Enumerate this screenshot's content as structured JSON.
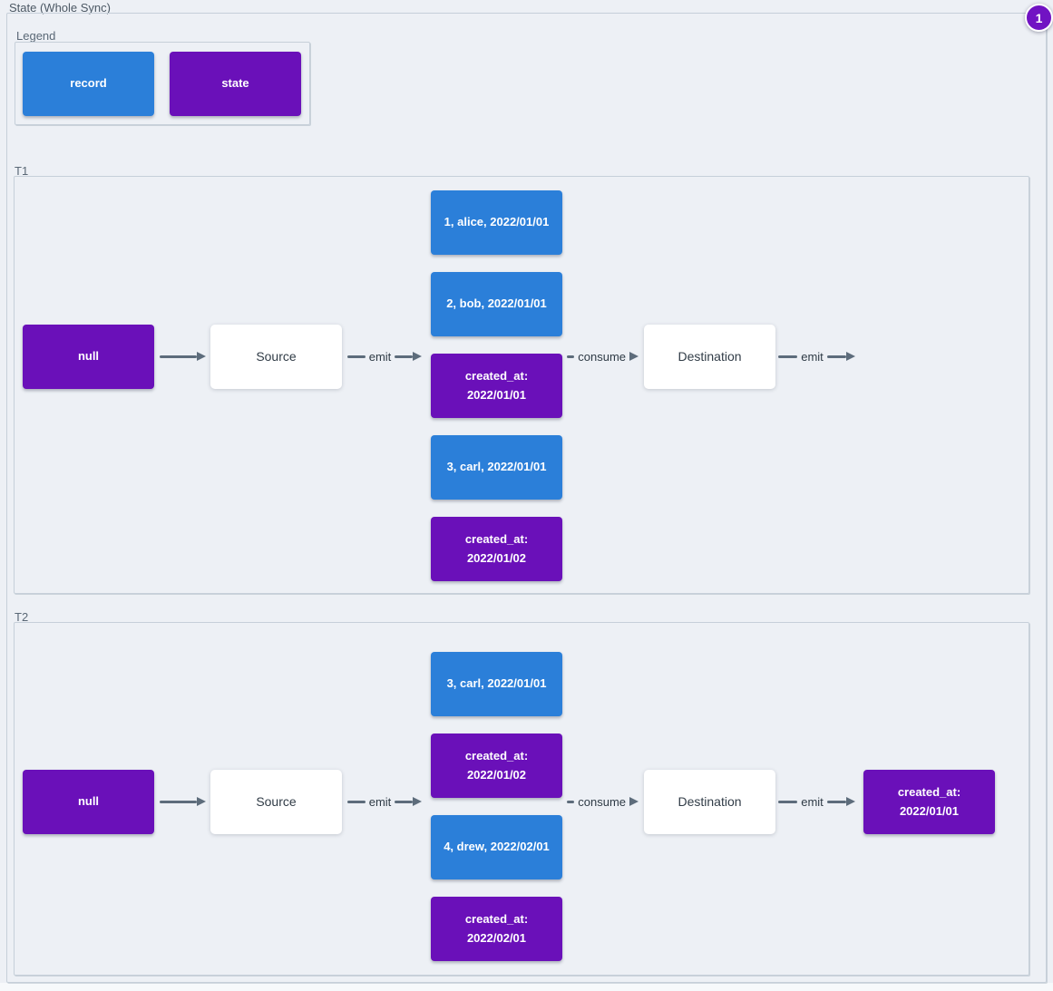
{
  "title": "State (Whole Sync)",
  "badge": {
    "value": "1"
  },
  "colors": {
    "record": "#2b7fd9",
    "state": "#6a10b9",
    "arrow": "#5d6c7b",
    "panel_background": "#edf0f5"
  },
  "legend": {
    "label": "Legend",
    "items": [
      {
        "type": "record",
        "label": "record"
      },
      {
        "type": "state",
        "label": "state"
      }
    ]
  },
  "sections": [
    {
      "label": "T1",
      "state_in": "null",
      "source": "Source",
      "destination": "Destination",
      "emit_source": "emit",
      "consume": "consume",
      "emit_destination": "emit",
      "stack": [
        {
          "type": "record",
          "label": "1, alice, 2022/01/01"
        },
        {
          "type": "record",
          "label": "2, bob, 2022/01/01"
        },
        {
          "type": "state",
          "label": "created_at:\n2022/01/01"
        },
        {
          "type": "record",
          "label": "3, carl, 2022/01/01"
        },
        {
          "type": "state",
          "label": "created_at:\n2022/01/02"
        }
      ]
    },
    {
      "label": "T2",
      "state_in": "null",
      "source": "Source",
      "destination": "Destination",
      "emit_source": "emit",
      "consume": "consume",
      "emit_destination": "emit",
      "stack": [
        {
          "type": "record",
          "label": "3, carl, 2022/01/01"
        },
        {
          "type": "state",
          "label": "created_at:\n2022/01/02"
        },
        {
          "type": "record",
          "label": "4, drew, 2022/02/01"
        },
        {
          "type": "state",
          "label": "created_at:\n2022/02/01"
        }
      ],
      "emitted_state": {
        "type": "state",
        "label": "created_at:\n2022/01/01"
      }
    }
  ]
}
